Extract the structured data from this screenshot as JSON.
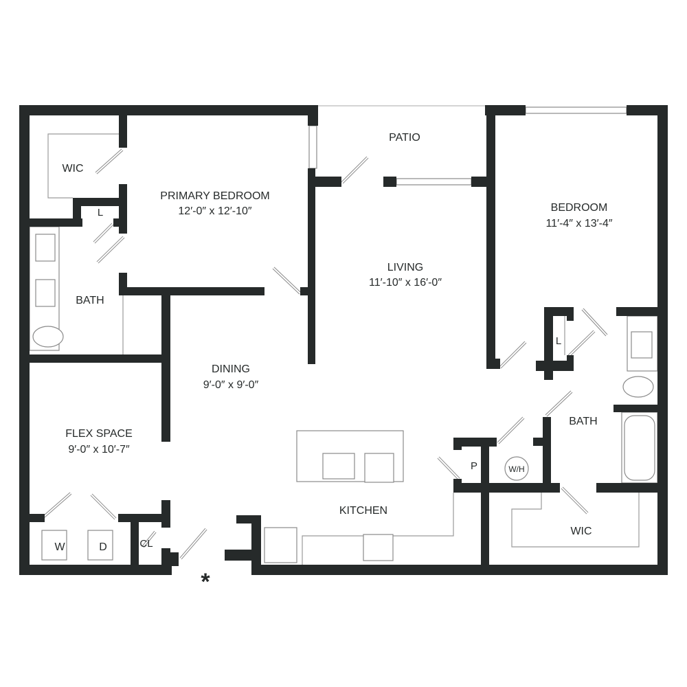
{
  "colors": {
    "wall": "#262a2a",
    "background": "#ffffff",
    "fixture_line": "#8a8a8a"
  },
  "rooms": {
    "patio": {
      "name": "PATIO"
    },
    "primary_bedroom": {
      "name": "PRIMARY BEDROOM",
      "dims": "12′-0″ x 12′-10″"
    },
    "primary_wic": {
      "name": "WIC"
    },
    "primary_linen": {
      "name": "L"
    },
    "primary_bath": {
      "name": "BATH"
    },
    "living": {
      "name": "LIVING",
      "dims": "11′-10″ x 16′-0″"
    },
    "bedroom": {
      "name": "BEDROOM",
      "dims": "11′-4″ x 13′-4″"
    },
    "bedroom_linen": {
      "name": "L"
    },
    "bath": {
      "name": "BATH"
    },
    "dining": {
      "name": "DINING",
      "dims": "9′-0″ x 9′-0″"
    },
    "flex": {
      "name": "FLEX SPACE",
      "dims": "9′-0″ x 10′-7″"
    },
    "washer": {
      "name": "W"
    },
    "dryer": {
      "name": "D"
    },
    "closet": {
      "name": "CL"
    },
    "kitchen": {
      "name": "KITCHEN"
    },
    "pantry": {
      "name": "P"
    },
    "water_heater": {
      "name": "W/H"
    },
    "wic": {
      "name": "WIC"
    }
  },
  "entry_marker": "*"
}
